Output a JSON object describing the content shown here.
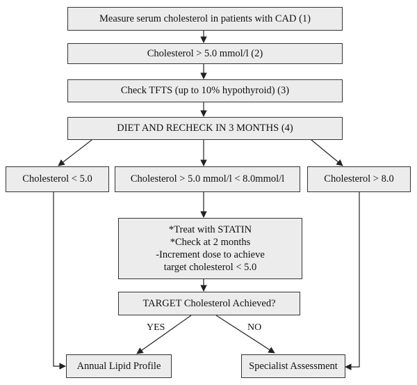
{
  "nodes": {
    "measure": "Measure serum cholesterol in patients with CAD  (1)",
    "over5": "Cholesterol > 5.0 mmol/l  (2)",
    "tfts": "Check TFTS (up to 10% hypothyroid)  (3)",
    "diet": "DIET AND RECHECK IN 3 MONTHS  (4)",
    "under5": "Cholesterol < 5.0",
    "between": "Cholesterol > 5.0 mmol/l < 8.0mmol/l",
    "over8": "Cholesterol > 8.0",
    "statin": [
      "*Treat with STATIN",
      "*Check at 2 months",
      "-Increment dose to achieve",
      "target cholesterol < 5.0"
    ],
    "target": "TARGET Cholesterol Achieved?",
    "annual": "Annual Lipid Profile",
    "specialist": "Specialist Assessment"
  },
  "edges": {
    "yes": "YES",
    "no": "NO"
  }
}
